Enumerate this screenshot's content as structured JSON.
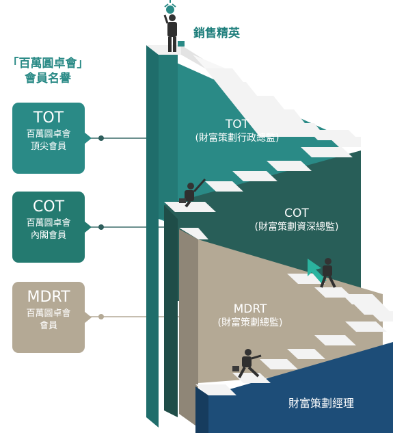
{
  "title": {
    "line1": "「百萬圓卓會」",
    "line2": "會員名譽"
  },
  "badges": {
    "tot": {
      "abbr": "TOT",
      "desc": "百萬圓卓會\n頂尖會員"
    },
    "cot": {
      "abbr": "COT",
      "desc": "百萬圓卓會\n內閣會員"
    },
    "mdrt": {
      "abbr": "MDRT",
      "desc": "百萬圓卓會\n會員"
    }
  },
  "stairs": {
    "top_label": "銷售精英",
    "tot": {
      "abbr": "TOT",
      "role": "(財富策劃行政總監)"
    },
    "cot": {
      "abbr": "COT",
      "role": "(財富策劃資深總監)"
    },
    "mdrt": {
      "abbr": "MDRT",
      "role": "(財富策劃總監)"
    },
    "base": "財富策劃經理"
  },
  "colors": {
    "tot": "#2a8a86",
    "cot": "#247a70",
    "mdrt": "#b4a995",
    "base": "#1d4d78"
  }
}
